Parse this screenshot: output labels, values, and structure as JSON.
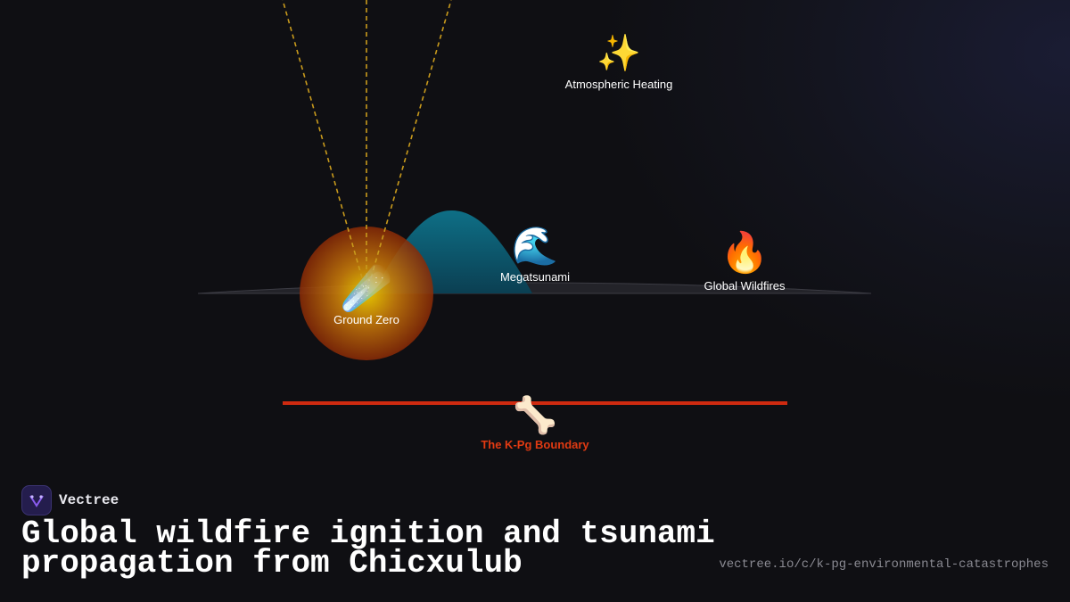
{
  "diagram": {
    "labels": {
      "ground_zero": "Ground Zero",
      "megatsunami": "Megatsunami",
      "global_wildfires": "Global Wildfires",
      "atmospheric_heating": "Atmospheric Heating",
      "kpg_boundary": "The K-Pg Boundary"
    },
    "icons": {
      "ground_zero": "comet-icon",
      "megatsunami": "wave-icon",
      "global_wildfires": "fire-icon",
      "atmospheric_heating": "sparkles-icon",
      "kpg_boundary": "bone-icon"
    },
    "glyphs": {
      "comet": "☄️",
      "wave": "🌊",
      "fire": "🔥",
      "sparkles": "✨",
      "bone": "🦴"
    },
    "colors": {
      "impact_glow_center": "#f5d400",
      "impact_glow_edge": "#a83208",
      "tsunami": "#0f7f95",
      "ejecta_rays": "#d2a21a",
      "kpg_line": "#cf2a10",
      "kpg_text": "#e03a12"
    }
  },
  "footer": {
    "brand_name": "Vectree",
    "title": "Global wildfire ignition and tsunami propagation from Chicxulub",
    "url": "vectree.io/c/k-pg-environmental-catastrophes"
  }
}
